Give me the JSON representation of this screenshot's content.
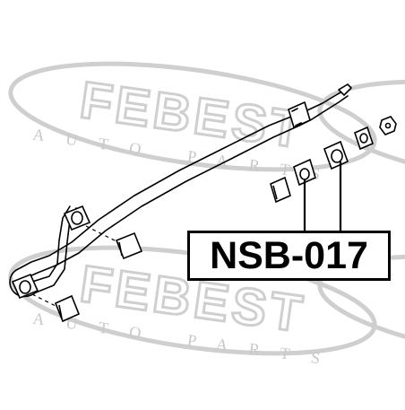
{
  "part_number": "NSB-017",
  "watermark": {
    "brand": "FEBEST",
    "subtitle": "AUTO PARTS"
  },
  "colors": {
    "line": "#000000",
    "watermark": "#d0d0d0",
    "background": "#ffffff"
  }
}
